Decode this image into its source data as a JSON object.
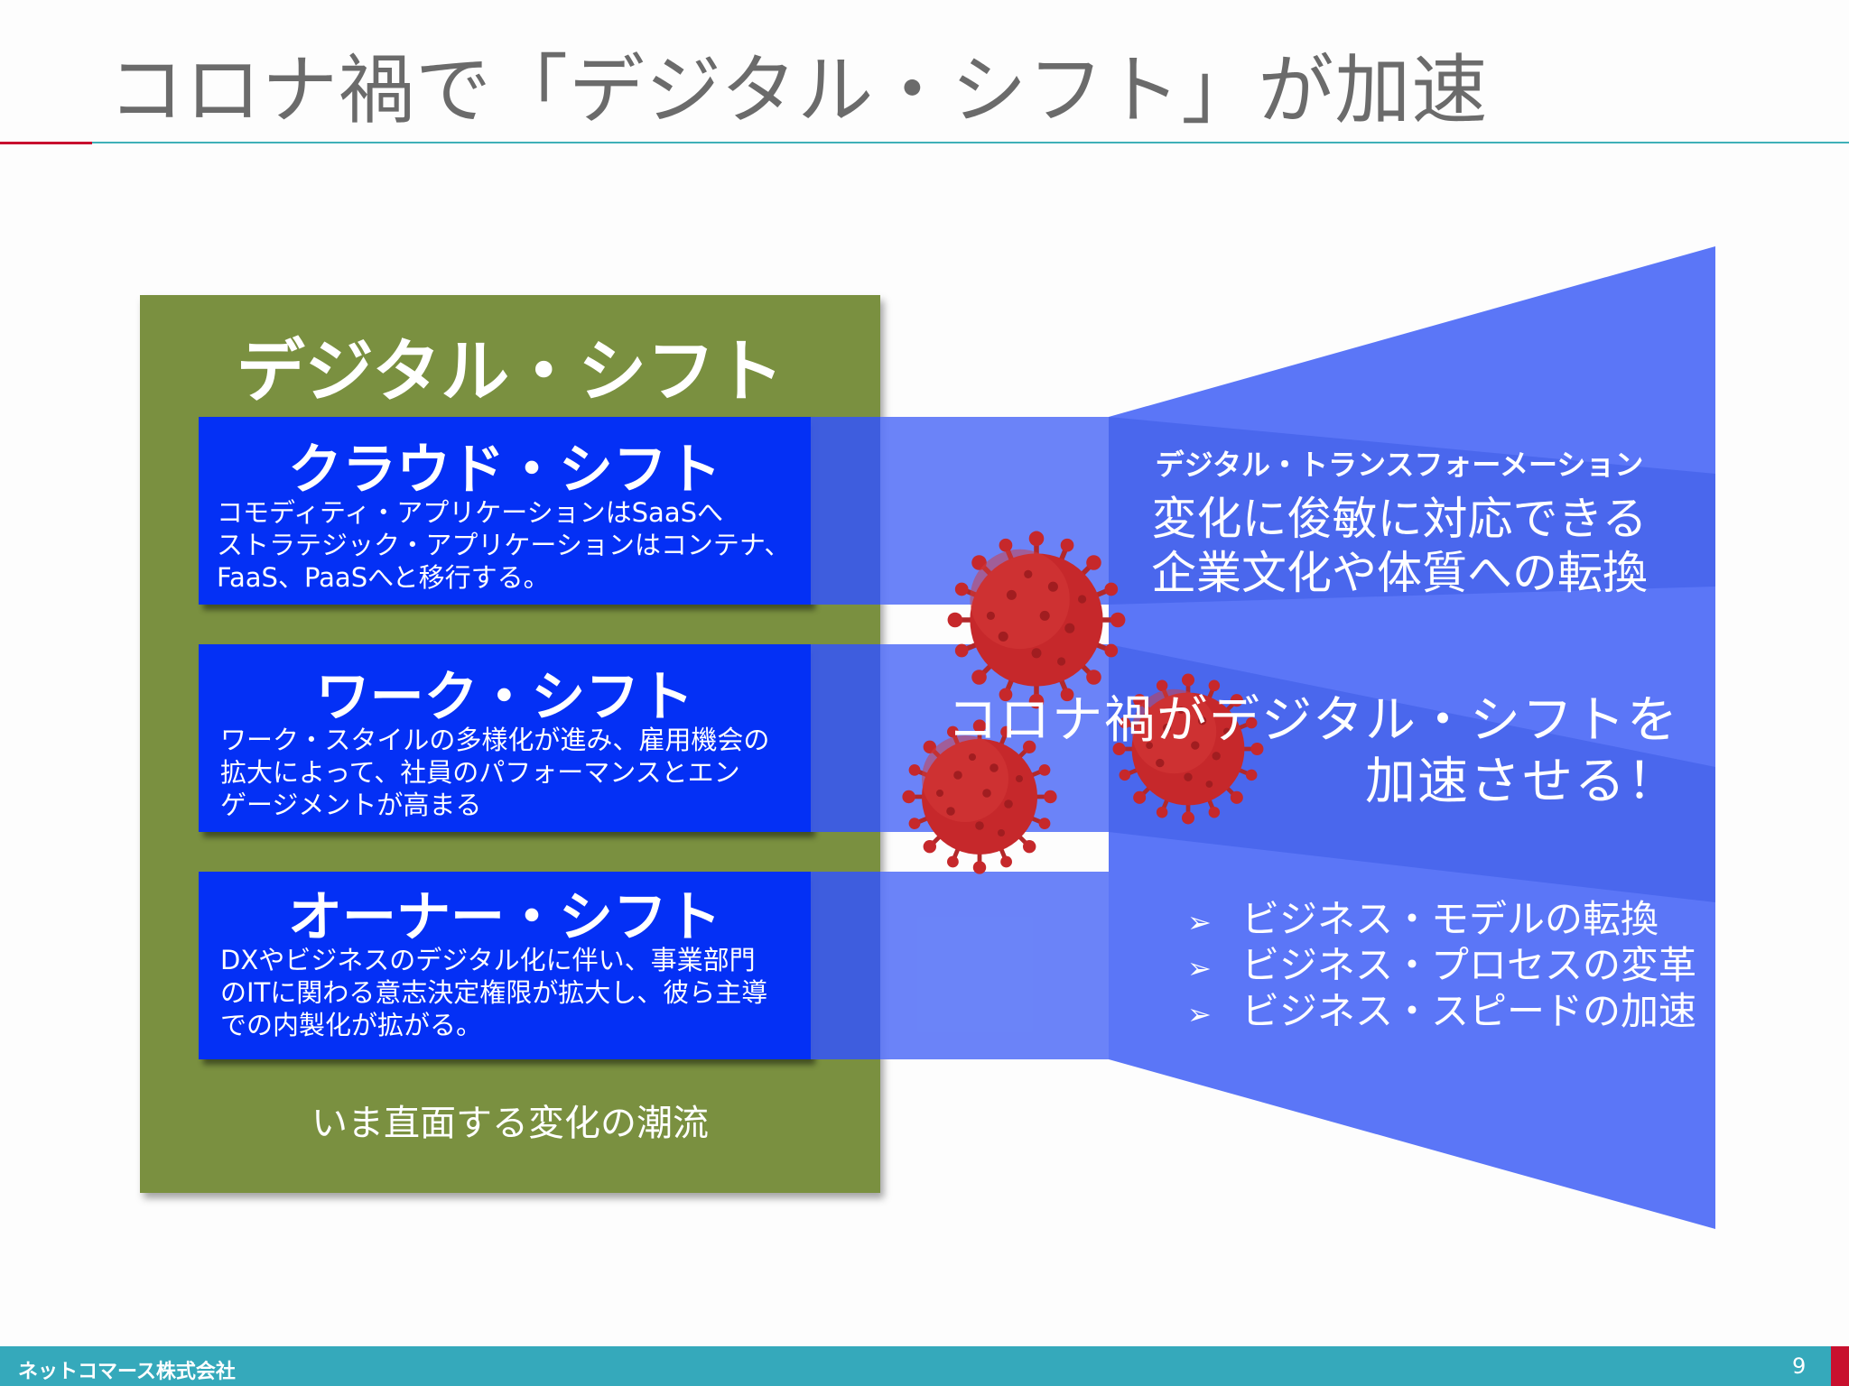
{
  "slide_title": "コロナ禍で「デジタル・シフト」が加速",
  "panel": {
    "title": "デジタル・シフト",
    "shifts": [
      {
        "title": "クラウド・シフト",
        "lines": [
          "コモディティ・アプリケーションはSaaSへ",
          "ストラテジック・アプリケーションはコンテナ、",
          "FaaS、PaaSへと移行する。"
        ]
      },
      {
        "title": "ワーク・シフト",
        "lines": [
          "ワーク・スタイルの多様化が進み、雇用機会の",
          "拡大によって、社員のパフォーマンスとエン",
          "ゲージメントが高まる"
        ]
      },
      {
        "title": "オーナー・シフト",
        "lines": [
          "DXやビジネスのデジタル化に伴い、事業部門",
          "のITに関わる意志決定権限が拡大し、彼ら主導",
          "での内製化が拡がる。"
        ]
      }
    ],
    "caption": "いま直面する変化の潮流"
  },
  "dx": {
    "label": "デジタル・トランスフォーメーション",
    "lines": [
      "変化に俊敏に対応できる",
      "企業文化や体質への転換"
    ]
  },
  "accel": {
    "lines": [
      "コロナ禍がデジタル・シフトを",
      "加速させる！"
    ]
  },
  "dx_points": [
    "ビジネス・モデルの転換",
    "ビジネス・プロセスの変革",
    "ビジネス・スピードの加速"
  ],
  "bullet_icon": "arrow-bullet-icon",
  "virus_icon": "coronavirus-icon",
  "footer": {
    "company": "ネットコマース株式会社",
    "page": "9"
  },
  "colors": {
    "green_panel": "#7a9040",
    "shift_box_blue": "#0430f5",
    "funnel_blue": "#5b76f7",
    "virus_red": "#c6282b",
    "footer_teal": "#35a9bb",
    "accent_red": "#c8102e"
  }
}
